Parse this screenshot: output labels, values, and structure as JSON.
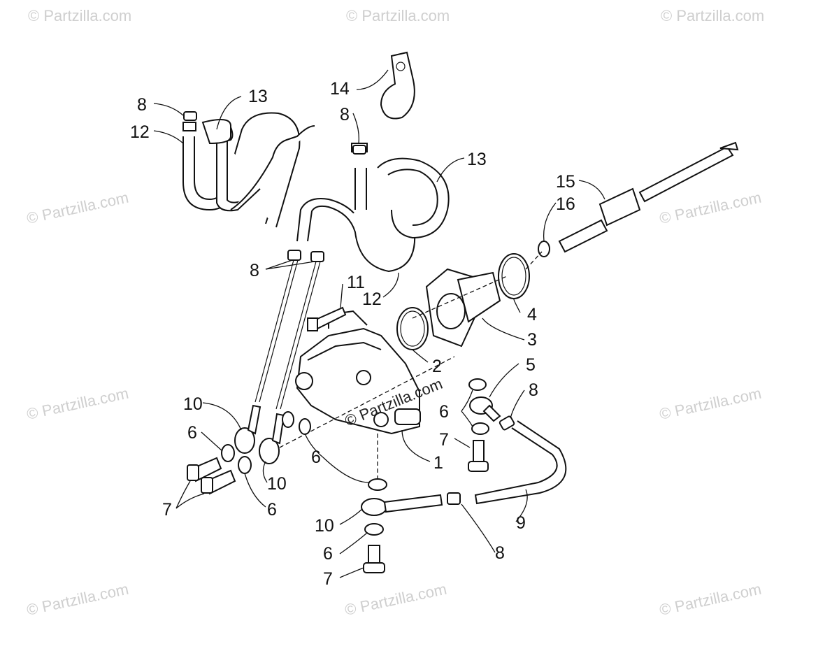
{
  "watermark": {
    "text": "© Partzilla.com",
    "center_text": "© Partzilla.com"
  },
  "callouts": {
    "c1": "1",
    "c2": "2",
    "c3": "3",
    "c4": "4",
    "c5": "5",
    "c6a": "6",
    "c6b": "6",
    "c6c": "6",
    "c6d": "6",
    "c6e": "6",
    "c7a": "7",
    "c7b": "7",
    "c7c": "7",
    "c8a": "8",
    "c8b": "8",
    "c8c": "8",
    "c8d": "8",
    "c8e": "8",
    "c9": "9",
    "c10a": "10",
    "c10b": "10",
    "c10c": "10",
    "c11": "11",
    "c12a": "12",
    "c12b": "12",
    "c13a": "13",
    "c13b": "13",
    "c14": "14",
    "c15": "15",
    "c16": "16"
  }
}
